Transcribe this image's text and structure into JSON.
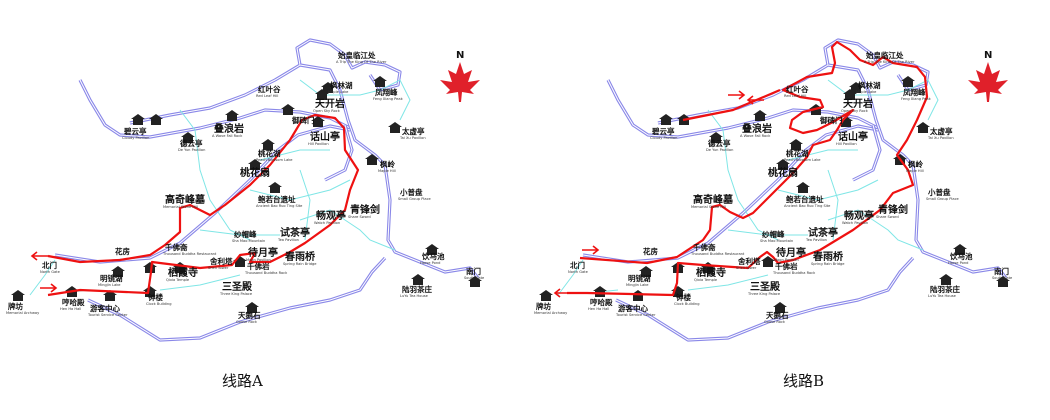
{
  "compass": {
    "label": "N",
    "color": "#e0202a"
  },
  "colors": {
    "road": "#8a88e8",
    "path": "#7fe6e6",
    "route": "#ee1111"
  },
  "maps": [
    {
      "caption": "线路A"
    },
    {
      "caption": "线路B"
    }
  ],
  "labels": [
    {
      "zh": "始皇临江处",
      "en": "A Trip The King Of The River"
    },
    {
      "zh": "红叶谷",
      "en": "Red Leaf Hill"
    },
    {
      "zh": "枫林湖",
      "en": "Maple Lake"
    },
    {
      "zh": "凤翔峰",
      "en": "Feng Xiang Peak"
    },
    {
      "zh": "天开岩",
      "en": "Open Sky Rock"
    },
    {
      "zh": "御碑门",
      "en": ""
    },
    {
      "zh": "话山亭",
      "en": "Hill Pavilion"
    },
    {
      "zh": "太虚亭",
      "en": "Tai Xu Pavilion"
    },
    {
      "zh": "枫岭",
      "en": "Maple Hill"
    },
    {
      "zh": "小普盘",
      "en": "Small Group Place"
    },
    {
      "zh": "碧云亭",
      "en": "Cloudy Pavilion"
    },
    {
      "zh": "叠浪岩",
      "en": "A Wave Fall Rock"
    },
    {
      "zh": "德云亭",
      "en": "De Yun Pavilion"
    },
    {
      "zh": "桃花湖",
      "en": "Peach Blossom Lake"
    },
    {
      "zh": "桃花扇",
      "en": ""
    },
    {
      "zh": "鲍若台遗址",
      "en": "Ancient Bao Ruo Ting Site"
    },
    {
      "zh": "高奇峰墓",
      "en": "Memorial Stone Hill"
    },
    {
      "zh": "畅观亭",
      "en": "Watch Pavilion"
    },
    {
      "zh": "青锋剑",
      "en": "Share Sword"
    },
    {
      "zh": "试茶亭",
      "en": "Tea Pavilion"
    },
    {
      "zh": "纱帽峰",
      "en": "Sha Mao Mountain"
    },
    {
      "zh": "待月亭",
      "en": "Moon Pavilion"
    },
    {
      "zh": "春雨桥",
      "en": "Spring Rain Bridge"
    },
    {
      "zh": "千佛斋",
      "en": "Thousand Buddha Restaurant"
    },
    {
      "zh": "舍利塔",
      "en": "Sheli Tower"
    },
    {
      "zh": "千佛岩",
      "en": "Thousand Buddha Rock"
    },
    {
      "zh": "栖霞寺",
      "en": "Qixia Temple"
    },
    {
      "zh": "三圣殿",
      "en": "Three King Palace"
    },
    {
      "zh": "天鹅石",
      "en": "Goose Rock"
    },
    {
      "zh": "花房",
      "en": ""
    },
    {
      "zh": "北门",
      "en": "North Gate"
    },
    {
      "zh": "明镜湖",
      "en": "Mingjin Lake"
    },
    {
      "zh": "钟楼",
      "en": "Clock Building"
    },
    {
      "zh": "牌坊",
      "en": "Memorial Archway"
    },
    {
      "zh": "哼哈殿",
      "en": "Hen Ha Hall"
    },
    {
      "zh": "游客中心",
      "en": "Tourist Service Center"
    },
    {
      "zh": "饮马池",
      "en": "Horse Pond"
    },
    {
      "zh": "陆羽茶庄",
      "en": "LuYu Tea House"
    },
    {
      "zh": "南门",
      "en": "South Gate"
    }
  ]
}
